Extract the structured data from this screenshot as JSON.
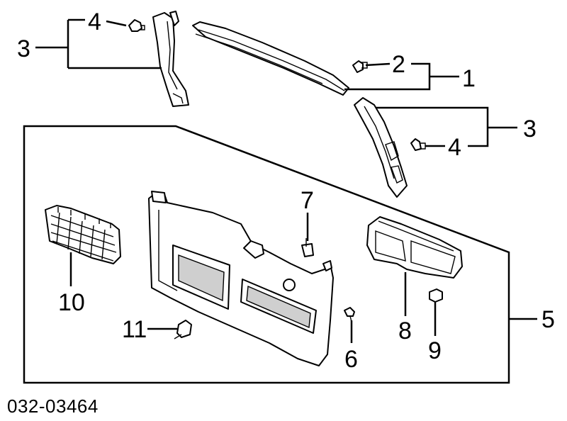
{
  "callouts": {
    "c1": "1",
    "c2": "2",
    "c3_left": "3",
    "c3_right": "3",
    "c4_left": "4",
    "c4_right": "4",
    "c5": "5",
    "c6": "6",
    "c7": "7",
    "c8": "8",
    "c9": "9",
    "c10": "10",
    "c11": "11"
  },
  "diagram_code": "032-03464"
}
